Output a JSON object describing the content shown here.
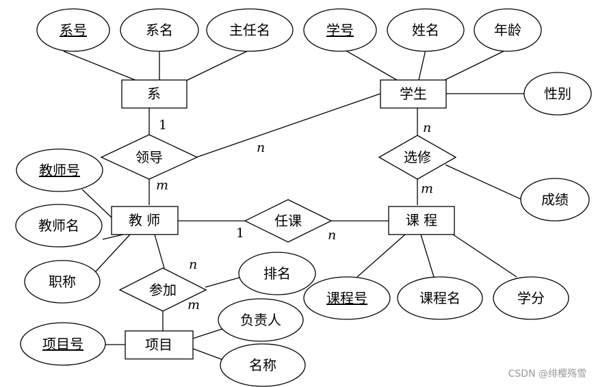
{
  "entities": {
    "dept": "系",
    "student": "学生",
    "teacher": "教 师",
    "course": "课 程",
    "project": "项目"
  },
  "relationships": {
    "lead": "领导",
    "elective": "选修",
    "teach": "任课",
    "join": "参加"
  },
  "attributes": {
    "dept_no": "系号",
    "dept_name": "系名",
    "dept_head": "主任名",
    "stu_no": "学号",
    "stu_name": "姓名",
    "stu_age": "年龄",
    "stu_sex": "性别",
    "teacher_no": "教师号",
    "teacher_name": "教师名",
    "teacher_title": "职称",
    "score": "成绩",
    "course_no": "课程号",
    "course_name": "课程名",
    "credit": "学分",
    "rank": "排名",
    "leader": "负责人",
    "proj_no": "项目号",
    "proj_name": "名称"
  },
  "cardinalities": {
    "dept_lead": "1",
    "lead_teacher": "m",
    "lead_student": "n",
    "student_elective": "n",
    "elective_course": "m",
    "teacher_teach": "1",
    "teach_course": "n",
    "teacher_join": "n",
    "join_project": "m"
  },
  "watermark": "CSDN @绯樱殇雪"
}
